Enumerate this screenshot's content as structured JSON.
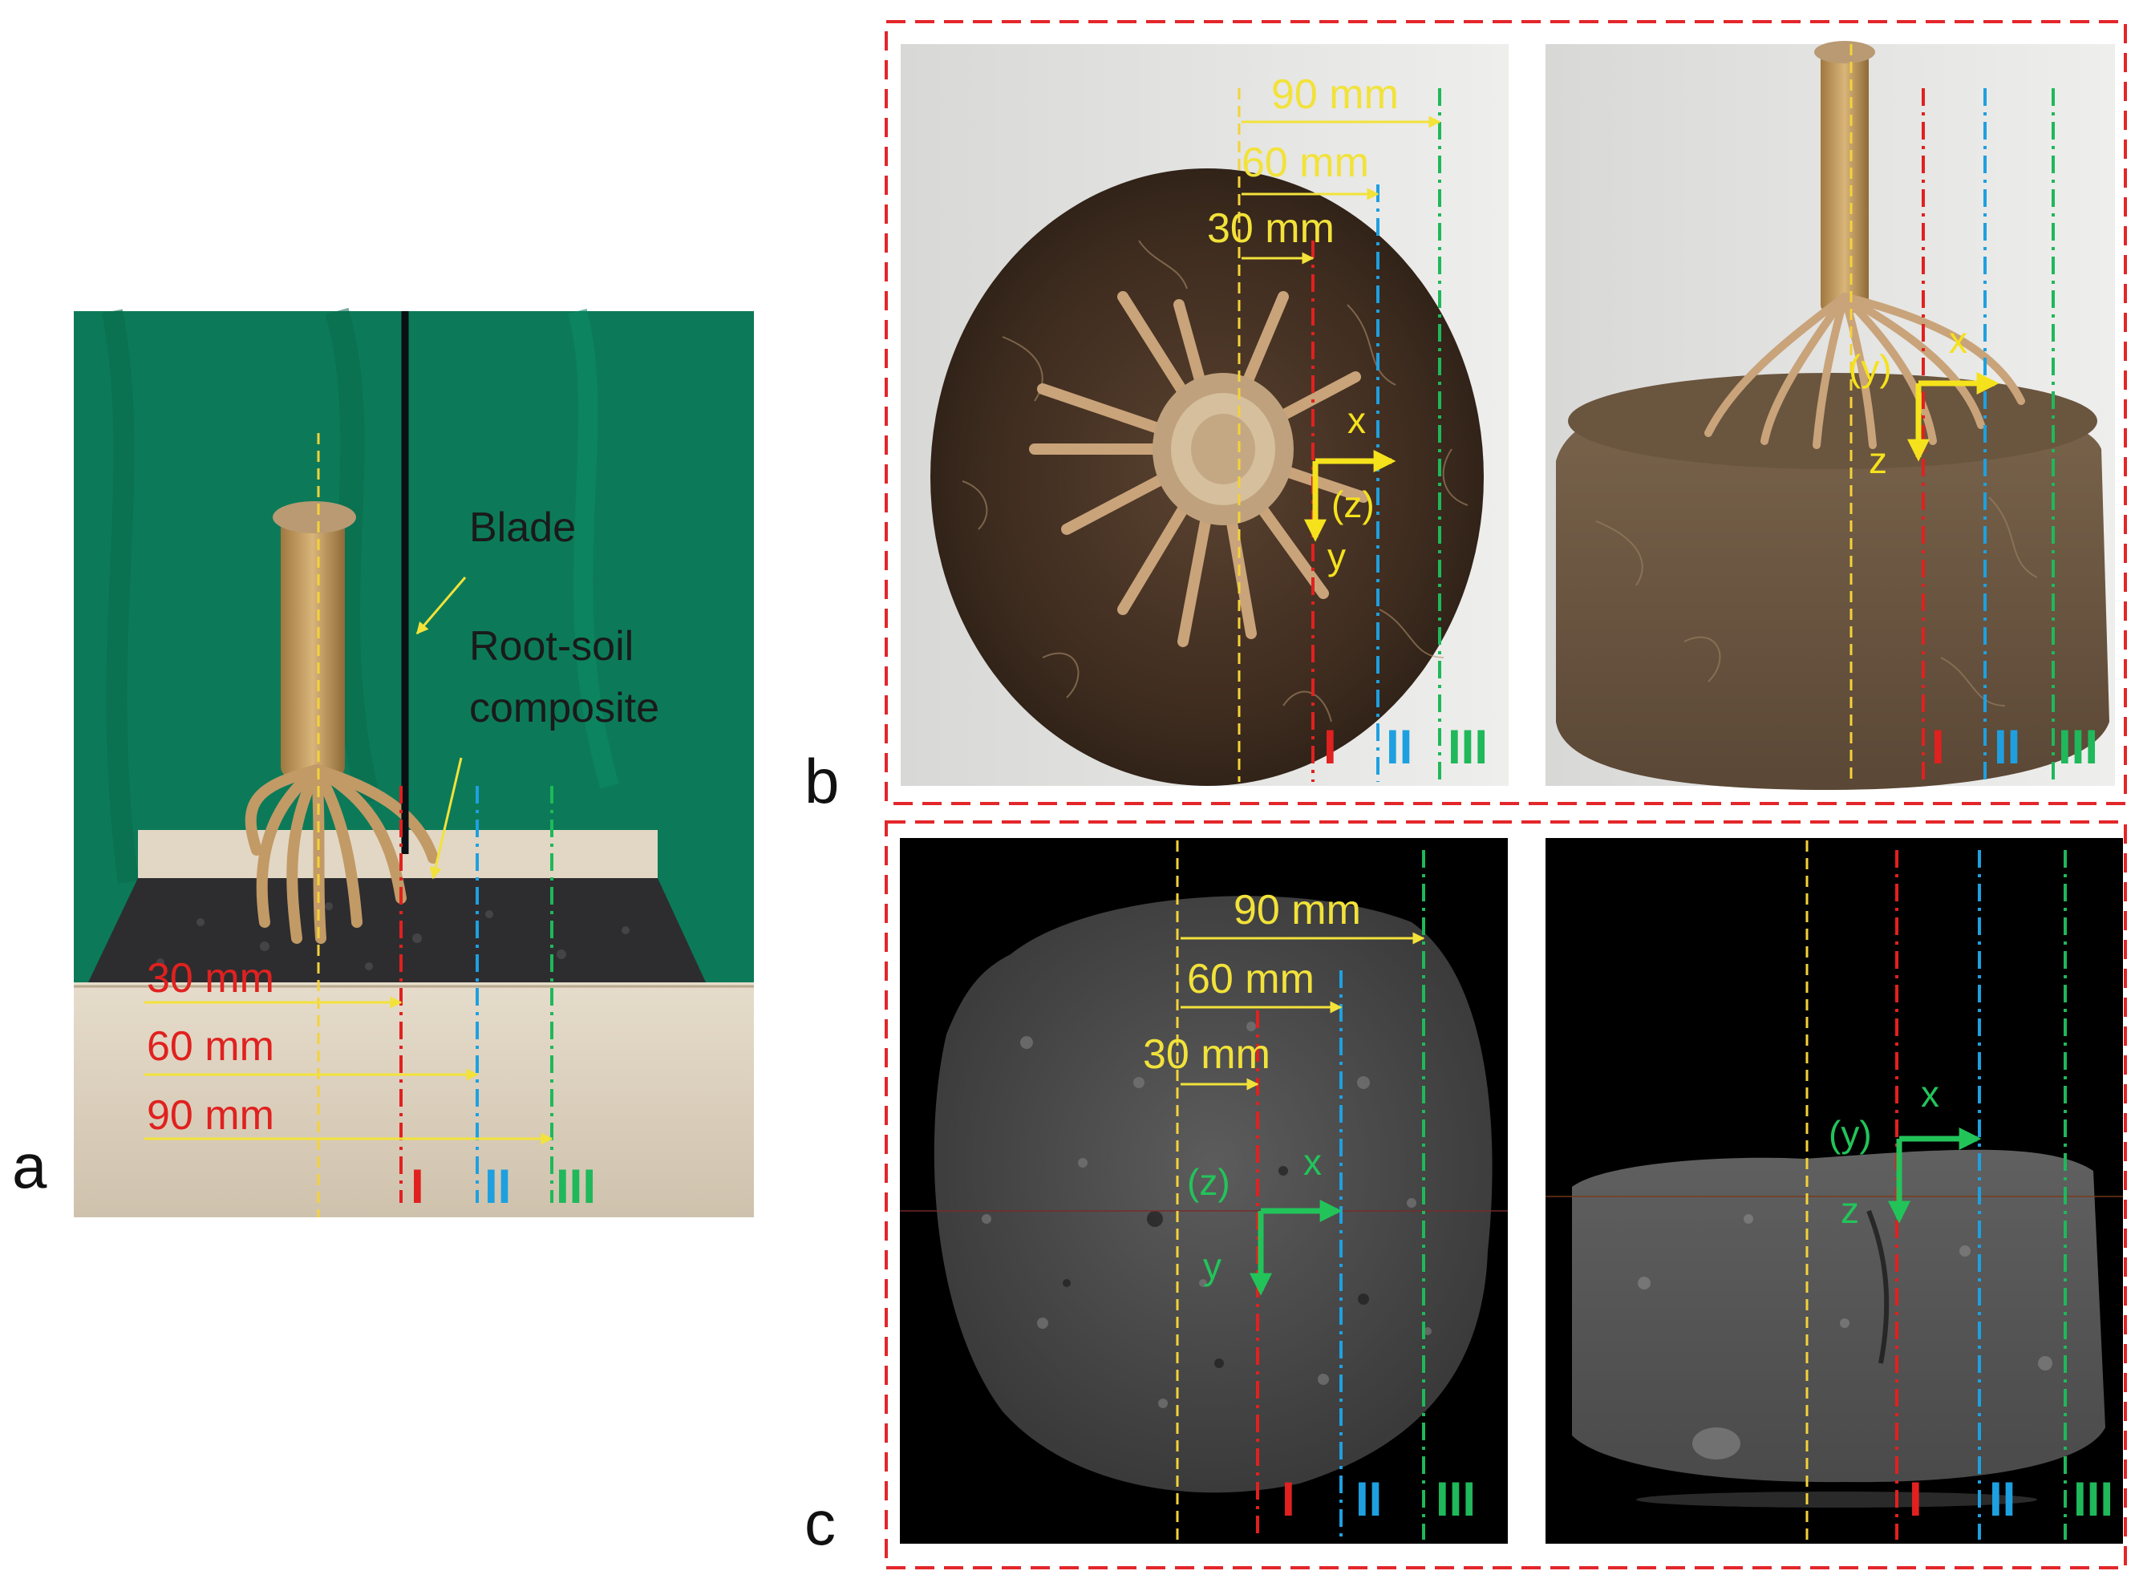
{
  "panel_a": {
    "letter": "a",
    "labels": {
      "blade": "Blade",
      "root_soil_line1": "Root-soil",
      "root_soil_line2": "composite"
    },
    "distances": [
      "30 mm",
      "60 mm",
      "90 mm"
    ],
    "section_labels": [
      "I",
      "II",
      "III"
    ]
  },
  "panel_b": {
    "letter": "b",
    "left": {
      "distances": [
        "90 mm",
        "60 mm",
        "30 mm"
      ],
      "axes": {
        "x": "x",
        "y": "y",
        "z": "(z)"
      },
      "section_labels": [
        "I",
        "II",
        "III"
      ]
    },
    "right": {
      "axes": {
        "x": "x",
        "y": "(y)",
        "z": "z"
      },
      "section_labels": [
        "I",
        "II",
        "III"
      ]
    }
  },
  "panel_c": {
    "letter": "c",
    "left": {
      "distances": [
        "90 mm",
        "60 mm",
        "30 mm"
      ],
      "axes": {
        "x": "x",
        "y": "y",
        "z": "(z)"
      },
      "section_labels": [
        "I",
        "II",
        "III"
      ]
    },
    "right": {
      "axes": {
        "x": "x",
        "y": "(y)",
        "z": "z"
      },
      "section_labels": [
        "I",
        "II",
        "III"
      ]
    }
  },
  "colors": {
    "section_I": "#e0211f",
    "section_II": "#1ea0e0",
    "section_III": "#1fb85a",
    "center_line": "#f4d23a",
    "yellow_label": "#f2e23a",
    "frame_dashed": "#e3262a",
    "axis_green": "#22c45a",
    "green_backdrop": "#0c7a58"
  }
}
